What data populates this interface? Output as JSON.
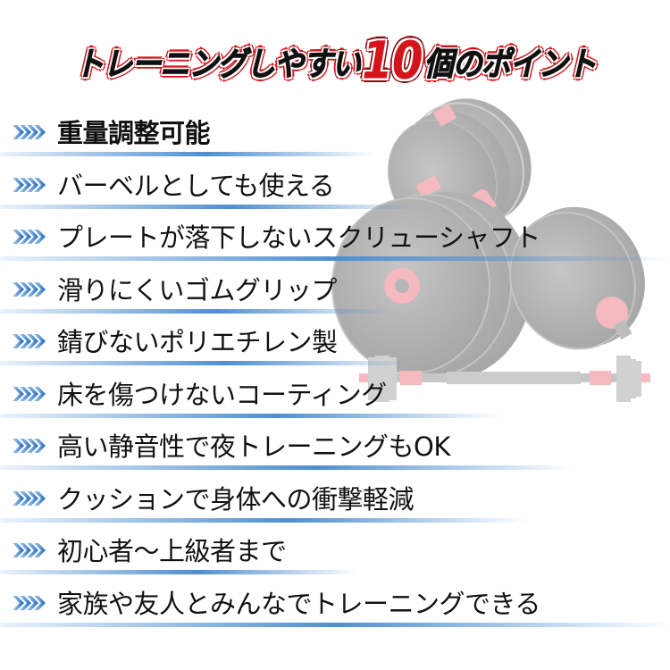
{
  "title": {
    "prefix": "トレーニングしやすい",
    "number": "10",
    "suffix": "個のポイント",
    "text_color": "#111111",
    "number_color": "#d4141a",
    "outline_color": "#d4141a"
  },
  "icon": {
    "bullet": "chevron-arrows-icon",
    "bullet_color": "#2b78c8"
  },
  "features": [
    {
      "label": "重量調整可能",
      "rule_width": 420
    },
    {
      "label": "バーベルとしても使える",
      "rule_width": 440
    },
    {
      "label": "プレートが落下しないスクリューシャフト",
      "rule_width": 750
    },
    {
      "label": "滑りにくいゴムグリップ",
      "rule_width": 440
    },
    {
      "label": "錆びないポリエチレン製",
      "rule_width": 460
    },
    {
      "label": "床を傷つけないコーティング",
      "rule_width": 560
    },
    {
      "label": "高い静音性で夜トレーニングもOK",
      "rule_width": 640
    },
    {
      "label": "クッションで身体への衝撃軽減",
      "rule_width": 590
    },
    {
      "label": "初心者～上級者まで",
      "rule_width": 400
    },
    {
      "label": "家族や友人とみんなでトレーニングできる",
      "rule_width": 750
    }
  ],
  "product_image": {
    "description": "adjustable dumbbell set and barbell (faded)"
  }
}
